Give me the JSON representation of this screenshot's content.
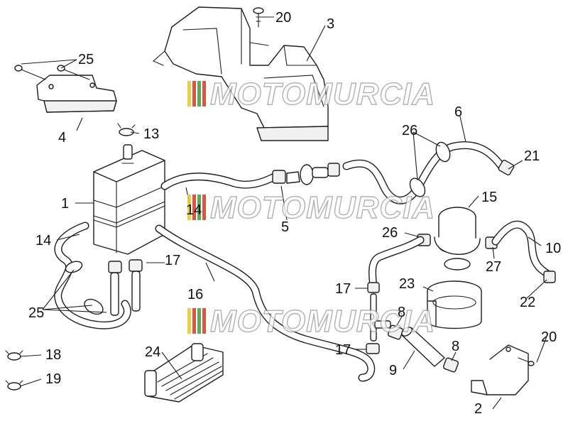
{
  "watermark": {
    "text": "MOTOMURCIA",
    "stripe_colors": [
      "#e8c838",
      "#d9432b",
      "#4aa04a",
      "#d9432b"
    ]
  },
  "callouts": [
    {
      "id": "c1",
      "label": "1"
    },
    {
      "id": "c2",
      "label": "2"
    },
    {
      "id": "c3",
      "label": "3"
    },
    {
      "id": "c4",
      "label": "4"
    },
    {
      "id": "c5",
      "label": "5"
    },
    {
      "id": "c6",
      "label": "6"
    },
    {
      "id": "c8a",
      "label": "8"
    },
    {
      "id": "c8b",
      "label": "8"
    },
    {
      "id": "c9",
      "label": "9"
    },
    {
      "id": "c10",
      "label": "10"
    },
    {
      "id": "c13",
      "label": "13"
    },
    {
      "id": "c14a",
      "label": "14"
    },
    {
      "id": "c14b",
      "label": "14"
    },
    {
      "id": "c15",
      "label": "15"
    },
    {
      "id": "c16",
      "label": "16"
    },
    {
      "id": "c17a",
      "label": "17"
    },
    {
      "id": "c17b",
      "label": "17"
    },
    {
      "id": "c17c",
      "label": "17"
    },
    {
      "id": "c18",
      "label": "18"
    },
    {
      "id": "c19",
      "label": "19"
    },
    {
      "id": "c20a",
      "label": "20"
    },
    {
      "id": "c20b",
      "label": "20"
    },
    {
      "id": "c21",
      "label": "21"
    },
    {
      "id": "c22",
      "label": "22"
    },
    {
      "id": "c23",
      "label": "23"
    },
    {
      "id": "c24",
      "label": "24"
    },
    {
      "id": "c25a",
      "label": "25"
    },
    {
      "id": "c25b",
      "label": "25"
    },
    {
      "id": "c26a",
      "label": "26"
    },
    {
      "id": "c26b",
      "label": "26"
    },
    {
      "id": "c27",
      "label": "27"
    }
  ]
}
